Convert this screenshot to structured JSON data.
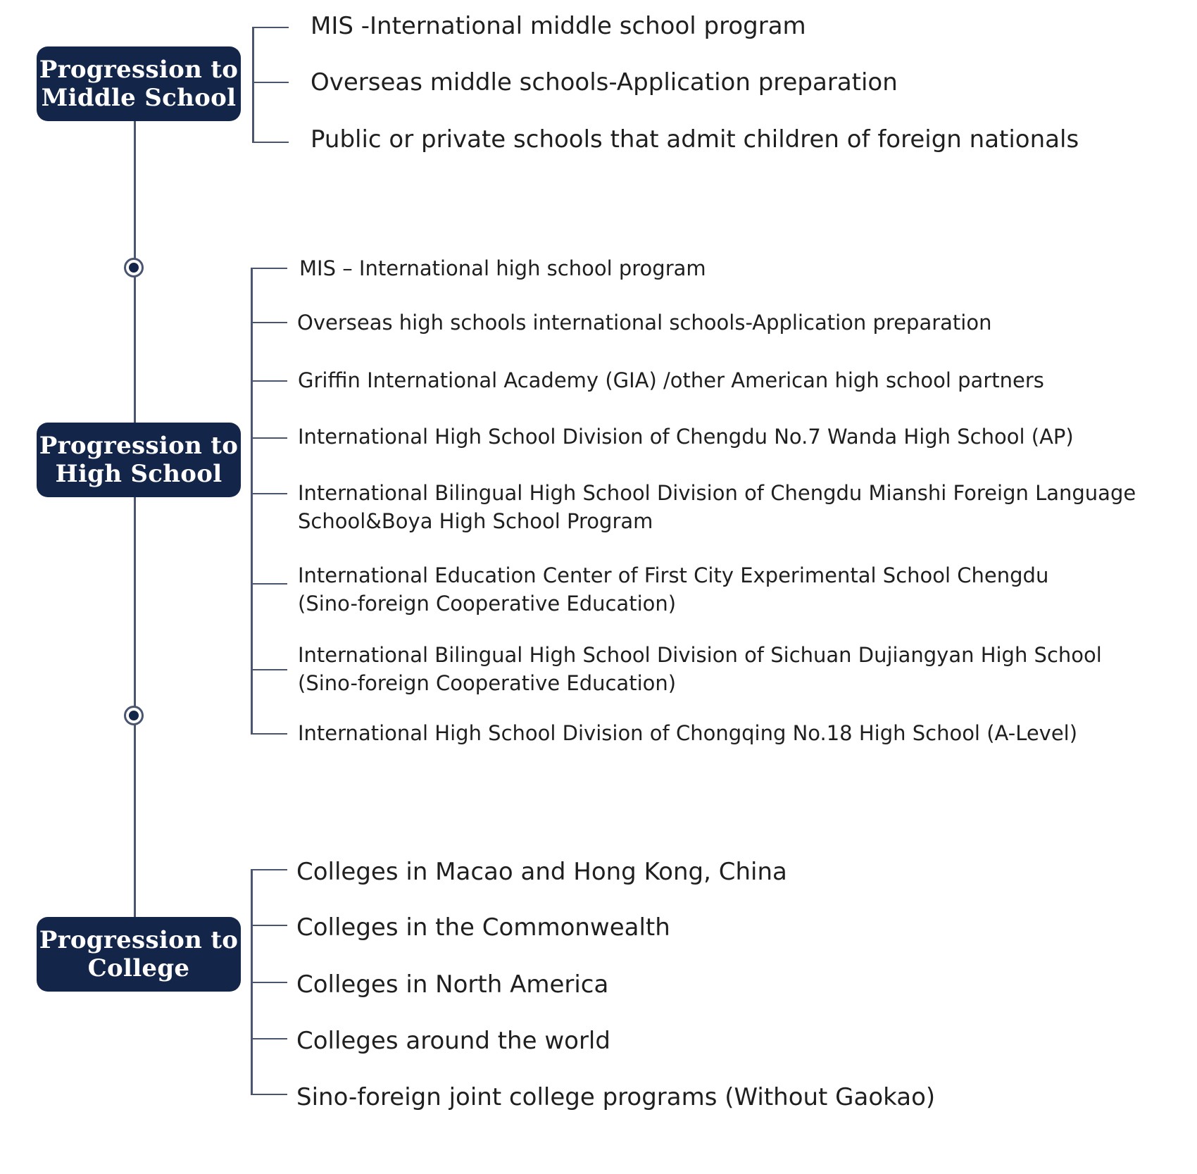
{
  "stages": [
    {
      "label": "Progression to\nMiddle School",
      "options": [
        "MIS -International middle school program",
        "Overseas middle schools-Application preparation",
        "Public or private schools that admit children of foreign nationals"
      ]
    },
    {
      "label": "Progression to\nHigh School",
      "options": [
        "MIS – International high school program",
        "Overseas high schools international schools-Application preparation",
        "Griffin International Academy (GIA) /other American high school partners",
        "International High School Division of Chengdu No.7 Wanda High School (AP)",
        "International Bilingual  High School Division of Chengdu Mianshi Foreign Language\nSchool&Boya  High School Program",
        "International Education Center of First City Experimental School Chengdu\n(Sino-foreign Cooperative Education)",
        "International Bilingual High School Division of Sichuan Dujiangyan High School\n(Sino-foreign Cooperative Education)",
        "International High School Division of Chongqing No.18 High School (A-Level)"
      ]
    },
    {
      "label": "Progression to\nCollege",
      "options": [
        "Colleges in Macao and Hong Kong, China",
        "Colleges in the Commonwealth",
        "Colleges in North America",
        "Colleges around the world",
        "Sino-foreign joint college programs (Without Gaokao)"
      ]
    }
  ],
  "colors": {
    "stage_fill": "#14254a",
    "stage_text": "#ffffff",
    "line": "#4a5570"
  }
}
